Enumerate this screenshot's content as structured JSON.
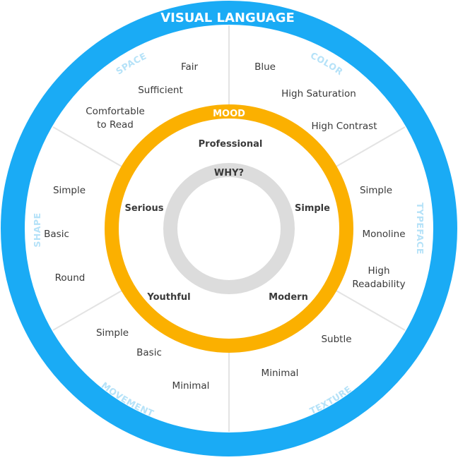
{
  "title": "VISUAL LANGUAGE",
  "colors": {
    "outer_ring": "#1aabf5",
    "mood_ring": "#fbb000",
    "why_ring": "#dcdcdc",
    "sector_label": "#b5e2f8"
  },
  "mood": {
    "label": "MOOD",
    "items": [
      "Professional",
      "Simple",
      "Modern",
      "Youthful",
      "Serious"
    ]
  },
  "why": {
    "label": "WHY?"
  },
  "sectors": {
    "space": {
      "label": "SPACE",
      "items": [
        "Fair",
        "Sufficient",
        "Comfortable",
        "to Read"
      ]
    },
    "color": {
      "label": "COLOR",
      "items": [
        "Blue",
        "High Saturation",
        "High Contrast"
      ]
    },
    "typeface": {
      "label": "TYPEFACE",
      "items": [
        "Simple",
        "Monoline",
        "High",
        "Readability"
      ]
    },
    "texture": {
      "label": "TEXTURE",
      "items": [
        "Subtle",
        "Minimal"
      ]
    },
    "movement": {
      "label": "MOVEMENT",
      "items": [
        "Simple",
        "Basic",
        "Minimal"
      ]
    },
    "shape": {
      "label": "SHAPE",
      "items": [
        "Simple",
        "Basic",
        "Round"
      ]
    }
  }
}
